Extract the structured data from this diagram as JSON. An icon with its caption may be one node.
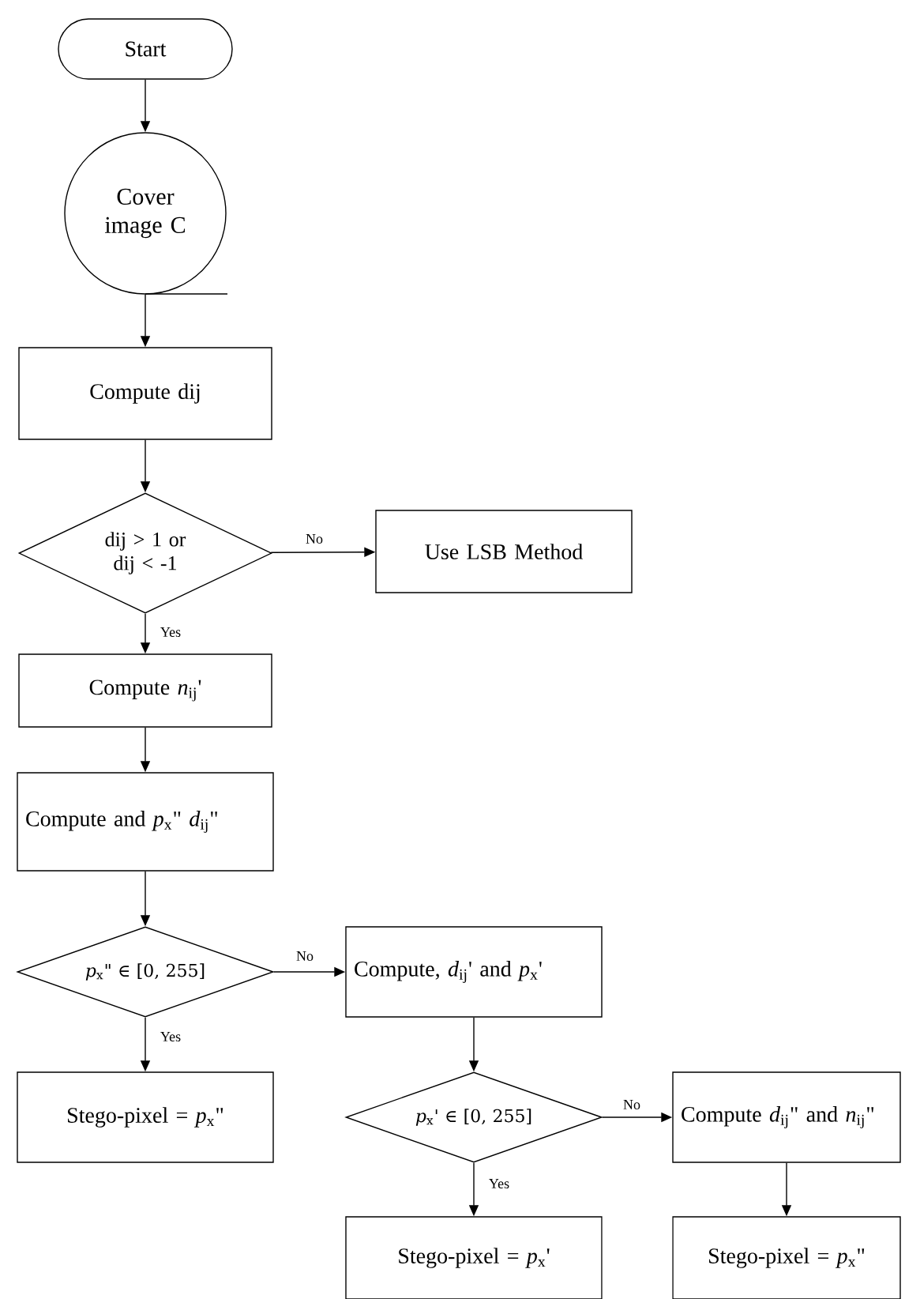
{
  "diagram": {
    "nodes": [
      {
        "text": [
          "Start"
        ]
      },
      {
        "text": [
          "Cover image C"
        ]
      },
      {
        "text": [
          "Compute dij"
        ]
      },
      {
        "text": [
          "dij > 1 or dij < -1"
        ]
      },
      {
        "text": [
          "Use LSB Method"
        ]
      },
      {
        "text": [
          "Compute *n*$_{ij}$'"
        ]
      },
      {
        "text": [
          "Compute and *p*$_{x}$\" *d*$_{ij}$\""
        ]
      },
      {
        "text": [
          "*p*$_{x}$\" ∈ [0, 255]"
        ]
      },
      {
        "text": [
          "Compute, *d*$_{ij}$' and *p*$_{x}$'"
        ]
      },
      {
        "text": [
          "Stego-pixel = *p*$_{x}$\""
        ]
      },
      {
        "text": [
          "*p*$_{x}$' ∈ [0, 255]"
        ]
      },
      {
        "text": [
          "Compute *d*$_{ij}$\" and *n*$_{ij}$\""
        ]
      },
      {
        "text": [
          "Stego-pixel = *p*$_{x}$'"
        ]
      },
      {
        "text": [
          "Stego-pixel = *p*$_{x}$\""
        ]
      }
    ],
    "edges": [
      {
        "from": 0,
        "to": 1,
        "arrow": "to"
      },
      {
        "from": 1,
        "to": 2,
        "arrow": "to"
      },
      {
        "from": 2,
        "to": 3,
        "arrow": "to"
      },
      {
        "from": 3,
        "to": 4,
        "arrow": "to",
        "label": "No"
      },
      {
        "from": 3,
        "to": 5,
        "arrow": "to",
        "label": "Yes"
      },
      {
        "from": 5,
        "to": 6,
        "arrow": "to"
      },
      {
        "from": 6,
        "to": 7,
        "arrow": "to"
      },
      {
        "from": 7,
        "to": 8,
        "arrow": "to",
        "label": "No"
      },
      {
        "from": 7,
        "to": 9,
        "arrow": "to",
        "label": "Yes"
      },
      {
        "from": 8,
        "to": 10,
        "arrow": "to"
      },
      {
        "from": 10,
        "to": 11,
        "arrow": "to",
        "label": "No"
      },
      {
        "from": 10,
        "to": 12,
        "arrow": "to",
        "label": "Yes"
      },
      {
        "from": 11,
        "to": 13,
        "arrow": "to"
      }
    ]
  }
}
